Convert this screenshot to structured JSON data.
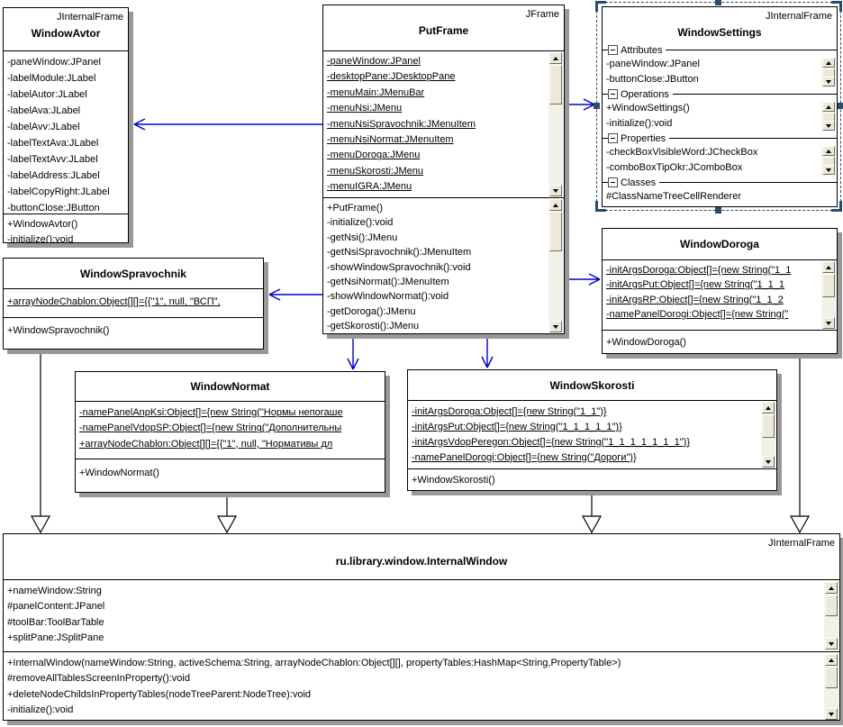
{
  "diagram_type": "uml-class-diagram",
  "colors": {
    "canvas_background": "#ffffff",
    "box_border": "#000000",
    "box_shadow": "#989898",
    "association_arrow": "#0000cc",
    "inheritance_line": "#000000",
    "selection": "#2b4a6f",
    "scrollbar_face": "#ece9d8"
  },
  "classes": {
    "windowAvtor": {
      "stereotype": "JInternalFrame",
      "name": "WindowAvtor",
      "attributes": [
        "-paneWindow:JPanel",
        "-labelModule:JLabel",
        "-labelAutor:JLabel",
        "-labelAva:JLabel",
        "-labelAvv:JLabel",
        "-labelTextAva:JLabel",
        "-labelTextAvv:JLabel",
        "-labelAddress:JLabel",
        "-labelCopyRight:JLabel",
        "-buttonClose:JButton"
      ],
      "methods": [
        "+WindowAvtor()",
        "-initialize():void"
      ]
    },
    "putFrame": {
      "stereotype": "JFrame",
      "name": "PutFrame",
      "attributes": [
        "-paneWindow:JPanel",
        "-desktopPane:JDesktopPane",
        "-menuMain:JMenuBar",
        "-menuNsi:JMenu",
        "-menuNsiSpravochnik:JMenuItem",
        "-menuNsiNormat:JMenuItem",
        "-menuDoroga:JMenu",
        "-menuSkorosti:JMenu",
        "-menuIGRA:JMenu"
      ],
      "methods": [
        "+PutFrame()",
        "-initialize():void",
        "-getNsi():JMenu",
        "-getNsiSpravochnik():JMenuItem",
        "-showWindowSpravochnik():void",
        "-getNsiNormat():JMenuItem",
        "-showWindowNormat():void",
        "-getDoroga():JMenu",
        "-getSkorosti():JMenu"
      ]
    },
    "windowSettings": {
      "stereotype": "JInternalFrame",
      "name": "WindowSettings",
      "selected": true,
      "sections": [
        {
          "label": "Attributes",
          "items": [
            "-paneWindow:JPanel",
            "-buttonClose:JButton"
          ]
        },
        {
          "label": "Operations",
          "items": [
            "+WindowSettings()",
            "-initialize():void"
          ]
        },
        {
          "label": "Properties",
          "items": [
            "-checkBoxVisibleWord:JCheckBox",
            "-comboBoxTipOkr:JComboBox"
          ]
        },
        {
          "label": "Classes",
          "items": [
            "#ClassNameTreeCellRenderer"
          ]
        }
      ]
    },
    "windowDoroga": {
      "name": "WindowDoroga",
      "attributes": [
        "-initArgsDoroga:Object[]={new String(\"1_1",
        "-initArgsPut:Object[]={new String(\"1_1_1",
        "-initArgsRP:Object[]={new String(\"1_1_2",
        "-namePanelDorogi:Object[]={new String(\""
      ],
      "methods": [
        "+WindowDoroga()"
      ]
    },
    "windowSpravochnik": {
      "name": "WindowSpravochnik",
      "attributes": [
        "+arrayNodeChablon:Object[][]={{\"1\", null, \"ВСП\","
      ],
      "methods": [
        "+WindowSpravochnik()"
      ]
    },
    "windowNormat": {
      "name": "WindowNormat",
      "attributes": [
        "-namePanelAnpKsi:Object[]={new String(\"Нормы непогаше",
        "-namePanelVdopSP:Object[]={new String(\"Дополнительны",
        "+arrayNodeChablon:Object[][]={{\"1\", null, \"Нормативы дл"
      ],
      "methods": [
        "+WindowNormat()"
      ]
    },
    "windowSkorosti": {
      "name": "WindowSkorosti",
      "attributes": [
        "-initArgsDoroga:Object[]={new String(\"1_1\")}",
        "-initArgsPut:Object[]={new String(\"1_1_1_1_1\")}",
        "-initArgsVdopPeregon:Object[]={new String(\"1_1_1_1_1_1_1\")}",
        "-namePanelDorogi:Object[]={new String(\"Дороги\")}"
      ],
      "methods": [
        "+WindowSkorosti()"
      ]
    },
    "internalWindow": {
      "stereotype": "JInternalFrame",
      "name": "ru.library.window.InternalWindow",
      "attributes": [
        "+nameWindow:String",
        "#panelContent:JPanel",
        "#toolBar:ToolBarTable",
        "+splitPane:JSplitPane"
      ],
      "methods": [
        "+InternalWindow(nameWindow:String, activeSchema:String, arrayNodeChablon:Object[][], propertyTables:HashMap<String,PropertyTable>)",
        "#removeAllTablesScreenInProperty():void",
        "+deleteNodeChildsInPropertyTables(nodeTreeParent:NodeTree):void",
        "-initialize():void"
      ]
    }
  },
  "relations": {
    "associations": [
      {
        "from": "PutFrame",
        "to": "WindowAvtor"
      },
      {
        "from": "PutFrame",
        "to": "WindowSpravochnik"
      },
      {
        "from": "PutFrame",
        "to": "WindowSettings"
      },
      {
        "from": "PutFrame",
        "to": "WindowDoroga"
      },
      {
        "from": "PutFrame",
        "to": "WindowNormat"
      },
      {
        "from": "PutFrame",
        "to": "WindowSkorosti"
      }
    ],
    "generalizations": [
      {
        "from": "WindowSpravochnik",
        "to": "ru.library.window.InternalWindow"
      },
      {
        "from": "WindowNormat",
        "to": "ru.library.window.InternalWindow"
      },
      {
        "from": "WindowSkorosti",
        "to": "ru.library.window.InternalWindow"
      },
      {
        "from": "WindowDoroga",
        "to": "ru.library.window.InternalWindow"
      }
    ]
  }
}
